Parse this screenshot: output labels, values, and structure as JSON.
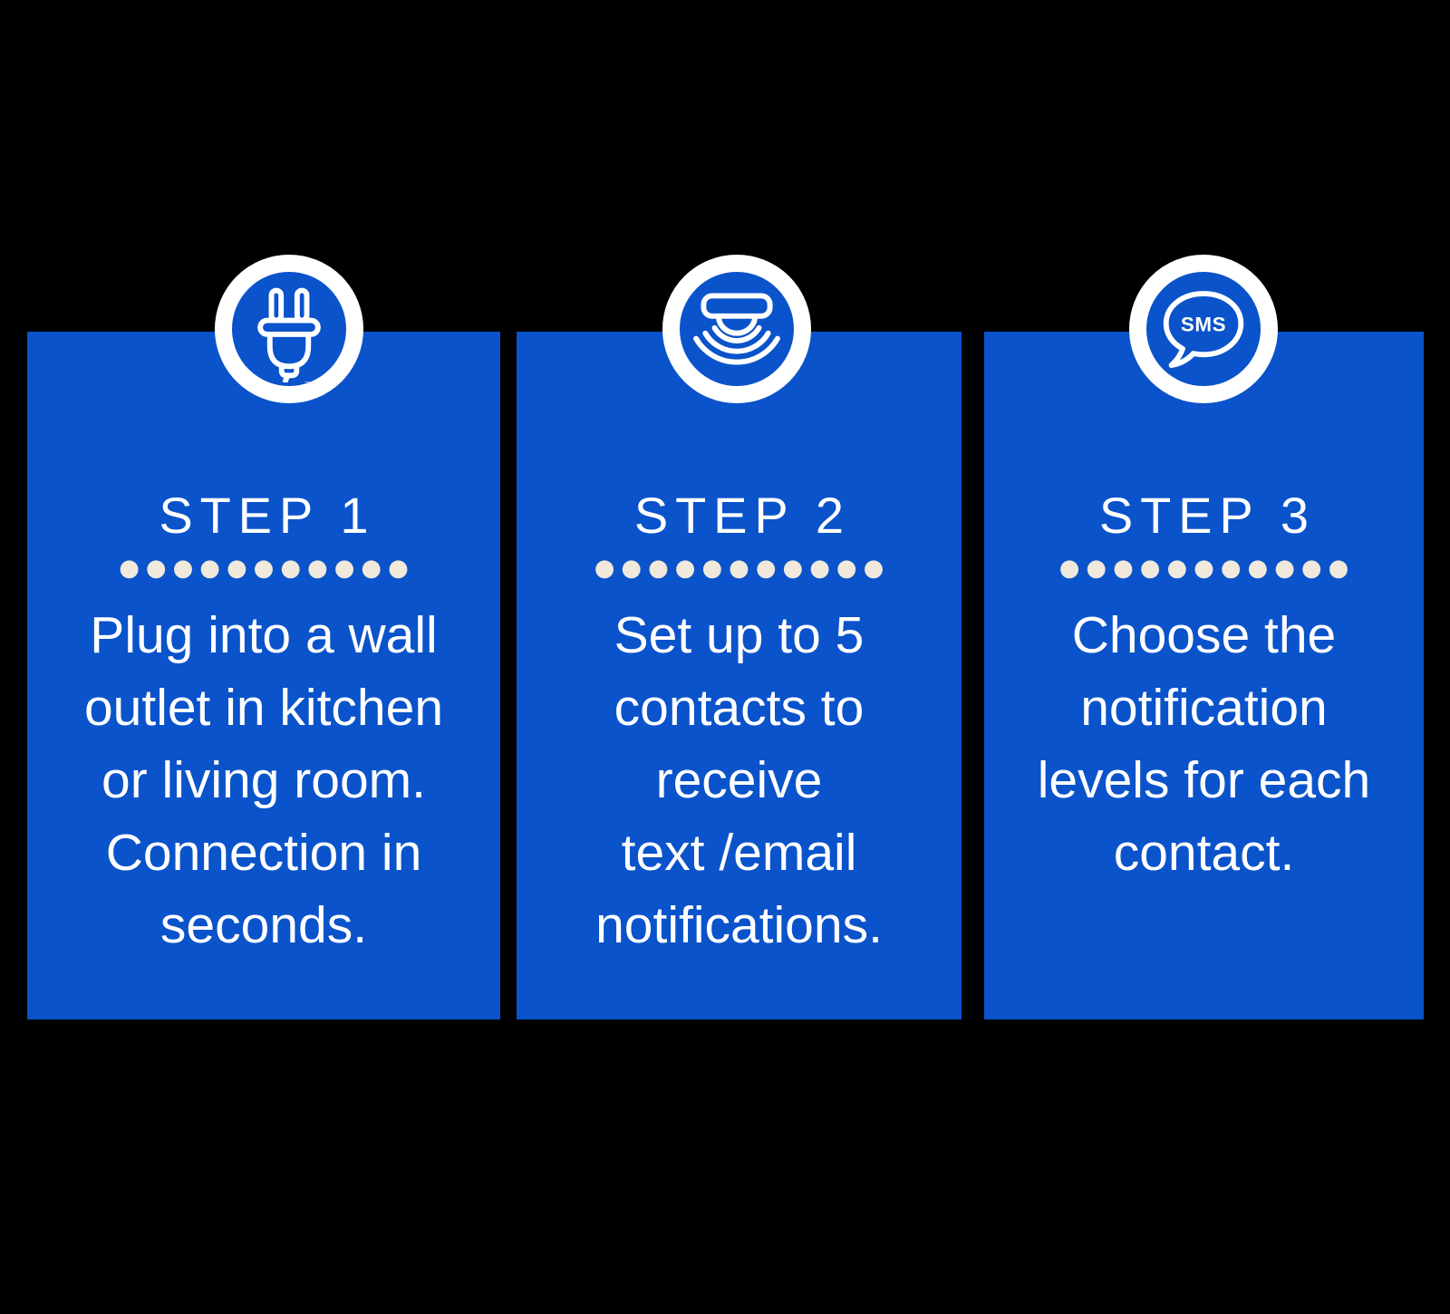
{
  "colors": {
    "background": "#000000",
    "card_blue": "#0a53ca",
    "text_white": "#ffffff",
    "dot_cream": "#f0e9dc"
  },
  "cards": [
    {
      "step_label": "STEP 1",
      "dots": "●●●●●●●●●●●",
      "icon": "power-plug-icon",
      "description": "Plug into a wall\noutlet in kitchen\nor living room.\nConnection in\nseconds."
    },
    {
      "step_label": "STEP 2",
      "dots": "●●●●●●●●●●●",
      "icon": "motion-sensor-icon",
      "description": "Set up to 5\ncontacts to\nreceive\ntext /email\nnotifications."
    },
    {
      "step_label": "STEP 3",
      "dots": "●●●●●●●●●●●",
      "icon": "sms-bubble-icon",
      "icon_text": "SMS",
      "description": "Choose the\nnotification\nlevels for each\ncontact."
    }
  ]
}
